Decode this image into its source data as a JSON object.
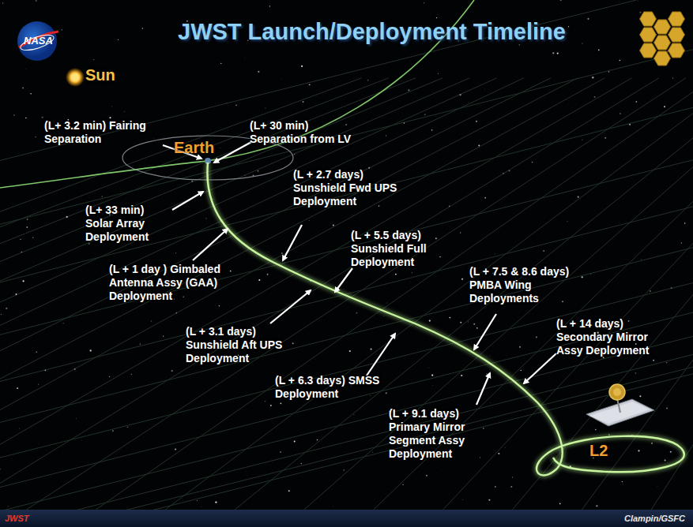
{
  "diagram": {
    "title": "JWST Launch/Deployment Timeline",
    "labels": [
      "NASA",
      "Sun",
      "(L+ 3.2 min) Fairing Separation",
      "Earth",
      "(L+ 30 min) Separation from LV",
      "(L + 2.7 days) Sunshield Fwd UPS Deployment",
      "(L+ 33 min) Solar Array Deployment",
      "(L + 5.5 days) Sunshield Full Deployment",
      "(L + 1 day ) Gimbaled Antenna Assy (GAA) Deployment",
      "(L + 7.5 & 8.6 days) PMBA Wing Deployments",
      "(L + 3.1 days) Sunshield Aft UPS Deployment",
      "(L + 14 days) Secondary Mirror Assy Deployment",
      "(L + 6.3 days) SMSS Deployment",
      "(L + 9.1 days) Primary Mirror Segment Assy Deployment",
      "L2",
      "JWST",
      "Clampin/GSFC"
    ]
  }
}
